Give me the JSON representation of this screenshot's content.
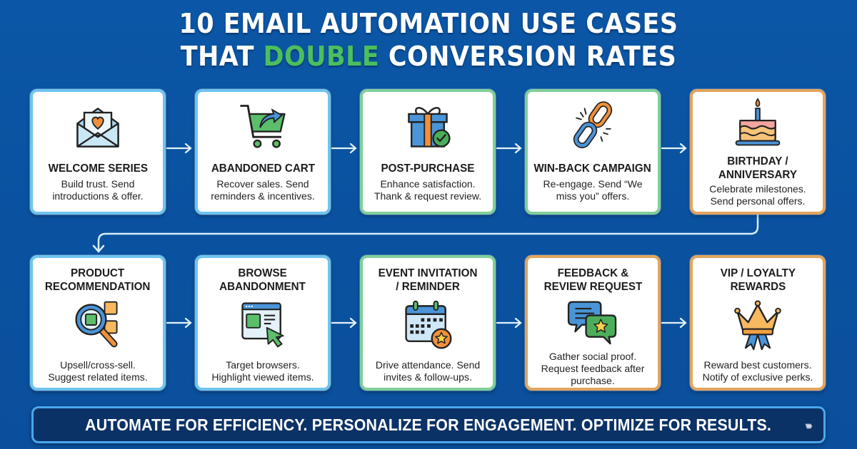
{
  "title": {
    "line1": "10 EMAIL AUTOMATION USE CASES",
    "line2_prefix": "THAT ",
    "line2_highlight": "DOUBLE",
    "line2_suffix": " CONVERSION RATES",
    "highlight_color": "#4cbf5c"
  },
  "colors": {
    "background": "#0b55a3",
    "border_blue": "#6fc4ef",
    "border_green": "#7fcf99",
    "border_orange": "#e3a45e",
    "footer_bg": "#0b3266"
  },
  "cards": [
    {
      "name": "WELCOME SERIES",
      "desc1": "Build trust. Send",
      "desc2": "introductions & offer.",
      "icon": "envelope-heart-icon",
      "border": "blue"
    },
    {
      "name": "ABANDONED CART",
      "desc1": "Recover sales. Send",
      "desc2": "reminders & incentives.",
      "icon": "shopping-cart-icon",
      "border": "blue"
    },
    {
      "name": "POST-PURCHASE",
      "desc1": "Enhance satisfaction.",
      "desc2": "Thank & request review.",
      "icon": "gift-check-icon",
      "border": "green"
    },
    {
      "name": "WIN-BACK CAMPAIGN",
      "desc1": "Re-engage. Send “We",
      "desc2": "miss you” offers.",
      "icon": "broken-link-icon",
      "border": "green"
    },
    {
      "name1": "BIRTHDAY /",
      "name2": "ANNIVERSARY",
      "desc1": "Celebrate milestones.",
      "desc2": "Send personal offers.",
      "icon": "birthday-cake-icon",
      "border": "orange"
    },
    {
      "name1": "PRODUCT",
      "name2": "RECOMMENDATION",
      "desc1": "Upsell/cross-sell.",
      "desc2": "Suggest related items.",
      "icon": "magnifier-boxes-icon",
      "border": "blue"
    },
    {
      "name1": "BROWSE",
      "name2": "ABANDONMENT",
      "desc1": "Target browsers.",
      "desc2": "Highlight viewed items.",
      "icon": "browser-cursor-icon",
      "border": "blue"
    },
    {
      "name1": "EVENT INVITATION",
      "name2": "/ REMINDER",
      "desc1": "Drive attendance. Send",
      "desc2": "invites & follow-ups.",
      "icon": "calendar-star-icon",
      "border": "green"
    },
    {
      "name1": "FEEDBACK &",
      "name2": "REVIEW REQUEST",
      "desc1": "Gather social proof.",
      "desc2": "Request feedback after",
      "desc3": "purchase.",
      "icon": "chat-star-icon",
      "border": "orange"
    },
    {
      "name1": "VIP / LOYALTY",
      "name2": "REWARDS",
      "desc1": "Reward best customers.",
      "desc2": "Notify of exclusive perks.",
      "icon": "crown-ribbon-icon",
      "border": "orange"
    }
  ],
  "footer": {
    "text": "AUTOMATE FOR EFFICIENCY. PERSONALIZE FOR ENGAGEMENT. OPTIMIZE FOR RESULTS."
  }
}
